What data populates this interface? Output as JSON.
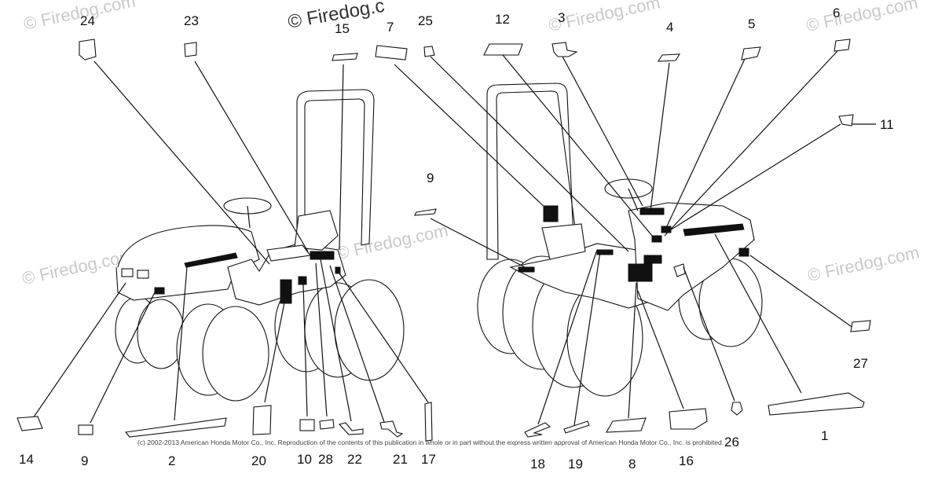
{
  "watermark": {
    "text": "© Firedog.com",
    "top_text": "© Firedog.c"
  },
  "copyright": "(c) 2002-2013 American Honda Motor Co., Inc. Reproduction of the contents of this publication in whole or in part without the express written approval of American Honda Motor Co., Inc. is prohibited.",
  "callouts": {
    "c24": "24",
    "c23": "23",
    "c15": "15",
    "c7": "7",
    "c25": "25",
    "c12": "12",
    "c3": "3",
    "c4": "4",
    "c5": "5",
    "c6": "6",
    "c11": "11",
    "c9top": "9",
    "c27": "27",
    "c1": "1",
    "c26": "26",
    "c16": "16",
    "c8": "8",
    "c19": "19",
    "c18": "18",
    "c17": "17",
    "c21": "21",
    "c22": "22",
    "c28": "28",
    "c10": "10",
    "c20": "20",
    "c2": "2",
    "c9bot": "9",
    "c14": "14"
  }
}
